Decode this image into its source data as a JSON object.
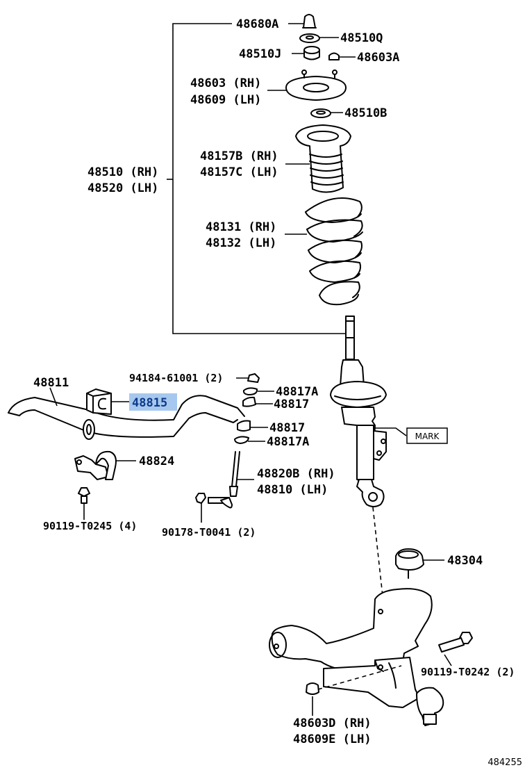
{
  "diagram_id": "484255",
  "highlight_color": "#a7c8ee",
  "mark_box": "MARK",
  "labels": {
    "l48680A": "48680A",
    "l48510Q": "48510Q",
    "l48510J": "48510J",
    "l48603A": "48603A",
    "l48603": "48603 (RH)",
    "l48609": "48609 (LH)",
    "l48510B": "48510B",
    "l48157B": "48157B (RH)",
    "l48157C": "48157C (LH)",
    "l48510": "48510 (RH)",
    "l48520": "48520 (LH)",
    "l48131": "48131 (RH)",
    "l48132": "48132 (LH)",
    "l94184": "94184-61001 (2)",
    "l48811": "48811",
    "l48817A_top": "48817A",
    "l48815": "48815",
    "l48817_top": "48817",
    "l48817_bot": "48817",
    "l48817A_bot": "48817A",
    "l48824": "48824",
    "l48820B": "48820B (RH)",
    "l48810": "48810 (LH)",
    "l90119_T0245": "90119-T0245 (4)",
    "l90178": "90178-T0041 (2)",
    "l48304": "48304",
    "l90119_T0242": "90119-T0242 (2)",
    "l48603D": "48603D (RH)",
    "l48609E": "48609E (LH)"
  }
}
